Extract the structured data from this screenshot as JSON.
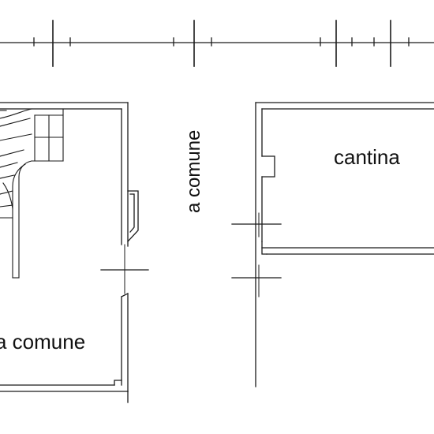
{
  "labels": {
    "cantina": "cantina",
    "vertical": "a comune",
    "bottom": "a comune"
  }
}
